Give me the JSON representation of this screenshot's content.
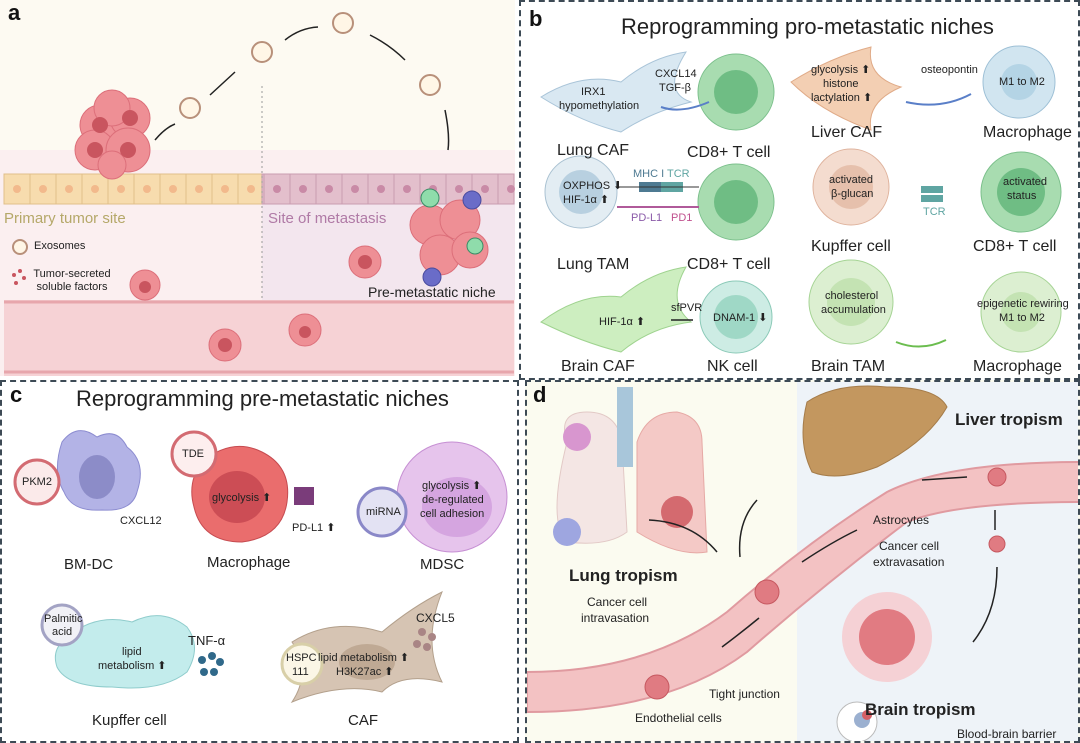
{
  "panel_a": {
    "label": "a",
    "primary_site": "Primary tumor site",
    "metastasis_site": "Site of metastasis",
    "legend": {
      "exosomes": "Exosomes",
      "factors": "Tumor-secreted soluble factors"
    },
    "niche": "Pre-metastatic niche",
    "colors": {
      "primary": "#b5a869",
      "metastasis": "#b07aa6",
      "cell": "#ee8f95"
    }
  },
  "panel_b": {
    "label": "b",
    "title": "Reprogramming pro-metastatic niches",
    "rows": [
      {
        "source": "Lung CAF",
        "source_text": [
          "IRX1",
          "hypomethylation"
        ],
        "signal": [
          "CXCL14",
          "TGF-β"
        ],
        "target": "CD8+ T cell",
        "target_text": []
      },
      {
        "source": "Liver CAF",
        "source_text": [
          "glycolysis ⬆",
          "histone",
          "lactylation ⬆"
        ],
        "signal": [
          "osteopontin"
        ],
        "target": "Macrophage",
        "target_text": [
          "M1 to M2"
        ]
      },
      {
        "source": "Lung TAM",
        "source_text": [
          "OXPHOS ⬇",
          "HIF-1α ⬆"
        ],
        "signal": [
          "MHC I",
          "TCR",
          "PD-L1",
          "PD1"
        ],
        "target": "CD8+ T cell",
        "target_text": []
      },
      {
        "source": "Kupffer cell",
        "source_text": [
          "activated",
          "β-glucan"
        ],
        "signal": [
          "TCR"
        ],
        "target": "CD8+ T cell",
        "target_text": [
          "activated",
          "status"
        ]
      },
      {
        "source": "Brain CAF",
        "source_text": [
          "HIF-1α ⬆"
        ],
        "signal": [
          "sfPVR"
        ],
        "target": "NK cell",
        "target_text": [
          "DNAM-1 ⬇"
        ]
      },
      {
        "source": "Brain TAM",
        "source_text": [
          "cholesterol",
          "accumulation"
        ],
        "signal": [],
        "target": "Macrophage",
        "target_text": [
          "epigenetic rewiring",
          "M1 to M2"
        ]
      }
    ]
  },
  "panel_c": {
    "label": "c",
    "title": "Reprogramming pre-metastatic niches",
    "cells": [
      {
        "name": "BM-DC",
        "inner": [
          "PKM2"
        ],
        "signal": [
          "CXCL12"
        ]
      },
      {
        "name": "Macrophage",
        "inner": [
          "TDE",
          "glycolysis ⬆"
        ],
        "signal": [
          "PD-L1 ⬆"
        ]
      },
      {
        "name": "MDSC",
        "inner": [
          "miRNA",
          "glycolysis ⬆",
          "de-regulated",
          "cell adhesion"
        ],
        "signal": []
      },
      {
        "name": "Kupffer cell",
        "inner": [
          "Palmitic",
          "acid",
          "lipid",
          "metabolism ⬆"
        ],
        "signal": [
          "TNF-α"
        ]
      },
      {
        "name": "CAF",
        "inner": [
          "HSPC",
          "111",
          "lipid metabolism ⬆",
          "H3K27ac ⬆"
        ],
        "signal": [
          "CXCL5"
        ]
      }
    ]
  },
  "panel_d": {
    "label": "d",
    "lung": "Lung tropism",
    "liver": "Liver tropism",
    "brain": "Brain tropism",
    "intravasation": [
      "Cancer cell",
      "intravasation"
    ],
    "extravasation": [
      "Cancer cell",
      "extravasation"
    ],
    "astrocytes": "Astrocytes",
    "tight_junction": "Tight junction",
    "endothelial": "Endothelial cells",
    "bbb": "Blood-brain barrier"
  }
}
